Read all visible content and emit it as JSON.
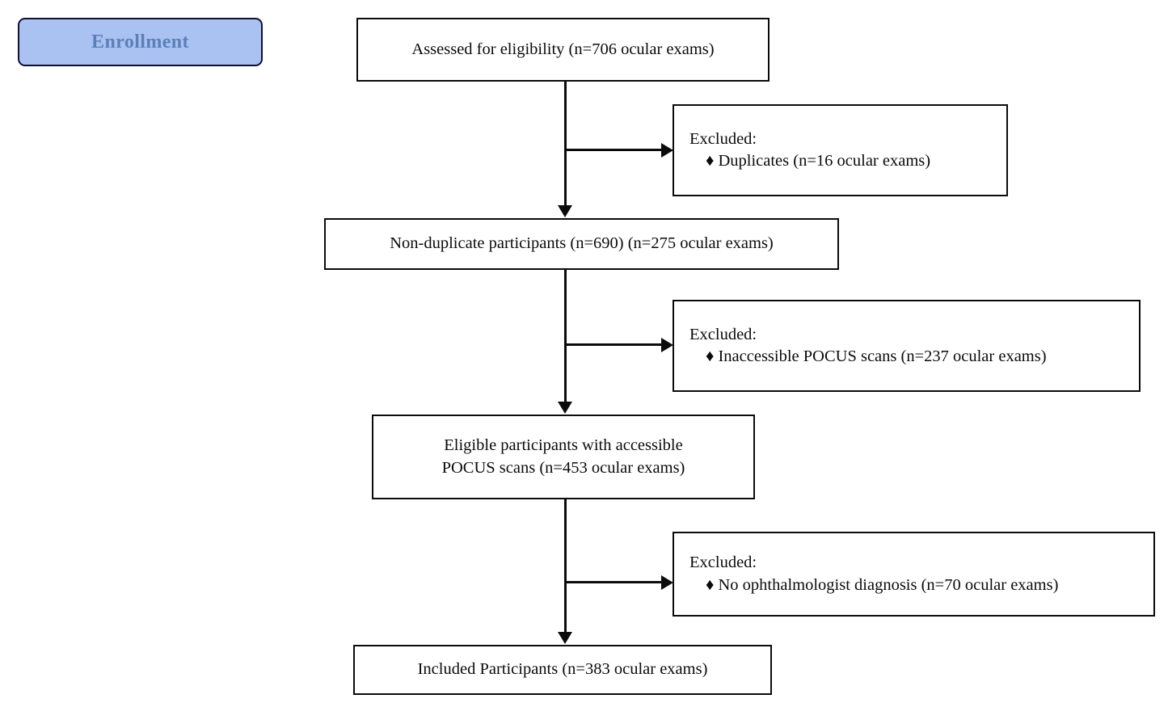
{
  "diagram": {
    "type": "flowchart",
    "title": "CONSORT-style participant flow diagram",
    "stage_labels": [
      {
        "id": "enrollment",
        "text": "Enrollment",
        "fill_color": "#aac2f2",
        "border_color": "#0d1033",
        "text_color": "#5b80b9"
      }
    ],
    "flow_boxes": [
      {
        "id": "assessed",
        "lines": [
          "Assessed for eligibility (n=706 ocular exams)"
        ]
      },
      {
        "id": "non-duplicate",
        "lines": [
          "Non-duplicate participants (n=690) (n=275 ocular exams)"
        ]
      },
      {
        "id": "eligible",
        "lines": [
          "Eligible participants with accessible",
          "POCUS scans (n=453 ocular exams)"
        ]
      },
      {
        "id": "included",
        "lines": [
          "Included Participants (n=383 ocular exams)"
        ]
      }
    ],
    "exclusion_boxes": [
      {
        "id": "excluded-duplicates",
        "heading": "Excluded:",
        "bullet_glyph": "♦",
        "items": [
          "Duplicates (n=16 ocular exams)"
        ]
      },
      {
        "id": "excluded-inaccessible",
        "heading": "Excluded:",
        "bullet_glyph": "♦",
        "items": [
          "Inaccessible POCUS scans (n=237 ocular exams)"
        ]
      },
      {
        "id": "excluded-no-diagnosis",
        "heading": "Excluded:",
        "bullet_glyph": "♦",
        "items": [
          "No ophthalmologist diagnosis (n=70 ocular exams)"
        ]
      }
    ],
    "counts": {
      "assessed_ocular_exams": 706,
      "excluded_duplicates_ocular_exams": 16,
      "non_duplicate_participants": 690,
      "non_duplicate_ocular_exams": 275,
      "excluded_inaccessible_ocular_exams": 237,
      "eligible_accessible_ocular_exams": 453,
      "excluded_no_diagnosis_ocular_exams": 70,
      "included_ocular_exams": 383
    }
  }
}
